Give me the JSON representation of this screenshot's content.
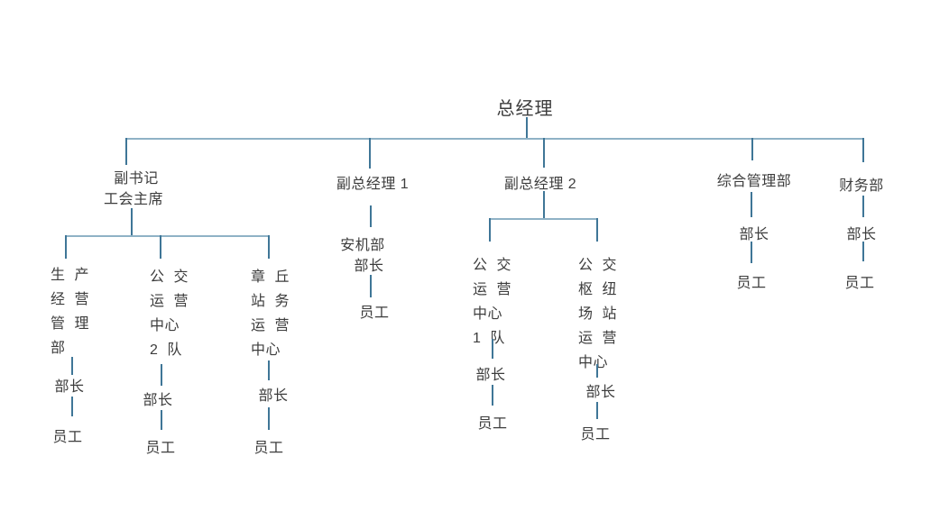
{
  "colors": {
    "line_vertical": "#3f7697",
    "line_horizontal": "#8fb2c6",
    "text": "#3d3d3d",
    "background": "#ffffff"
  },
  "org": {
    "root": {
      "label": "总经理"
    },
    "branches": [
      {
        "label_lines": [
          "副书记",
          "工会主席"
        ],
        "children": [
          {
            "name_lines": [
              "生 产",
              "经 营",
              "管 理",
              "部"
            ],
            "head": "部长",
            "staff": "员工"
          },
          {
            "name_lines": [
              "公 交",
              "运 营",
              "中心",
              "2 队"
            ],
            "head": "部长",
            "staff": "员工"
          },
          {
            "name_lines": [
              "章 丘",
              "站 务",
              "运 营",
              "中心"
            ],
            "head": "部长",
            "staff": "员工"
          }
        ]
      },
      {
        "label_lines": [
          "副总经理 1"
        ],
        "children": [
          {
            "name_lines": [
              "安机部",
              "部长"
            ],
            "staff": "员工"
          }
        ]
      },
      {
        "label_lines": [
          "副总经理 2"
        ],
        "children": [
          {
            "name_lines": [
              "公 交",
              "运 营",
              "中心",
              "1 队"
            ],
            "head": "部长",
            "staff": "员工"
          },
          {
            "name_lines": [
              "公 交",
              "枢 纽",
              "场 站",
              "运 营",
              "中心"
            ],
            "head": "部长",
            "staff": "员工"
          }
        ]
      },
      {
        "label_lines": [
          "综合管理部"
        ],
        "head": "部长",
        "staff": "员工"
      },
      {
        "label_lines": [
          "财务部"
        ],
        "head": "部长",
        "staff": "员工"
      }
    ]
  }
}
